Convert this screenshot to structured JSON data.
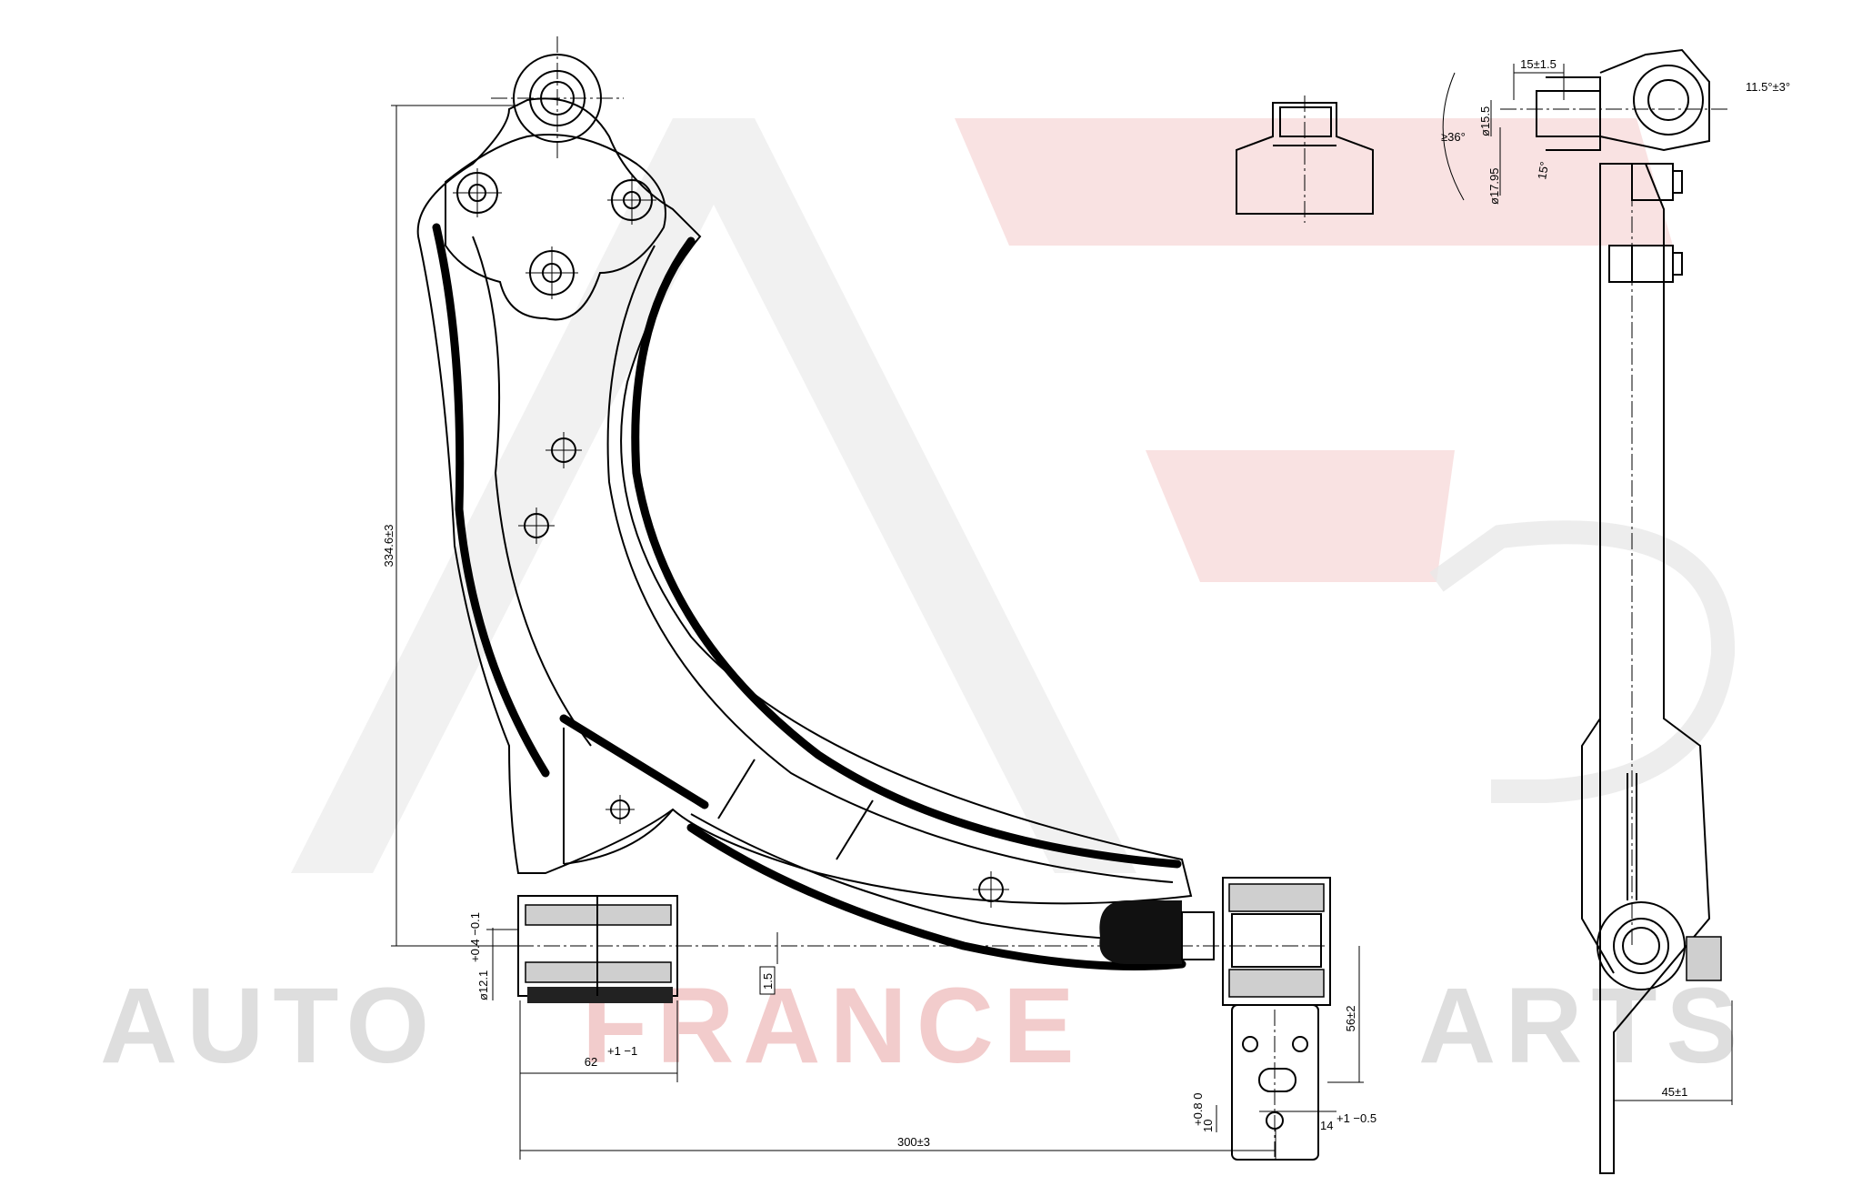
{
  "watermark": {
    "text_left": "AUTO",
    "text_mid": "FRANCE",
    "text_right": "ARTS",
    "color_grey": "#d7d7d7",
    "color_red": "#f2c4c4"
  },
  "dimensions": {
    "height_total": "334.6±3",
    "length_total": "300±3",
    "bushing_diameter": "ø12.1",
    "bushing_diameter_tol": "+0.4 −0.1",
    "bushing_width": "62",
    "bushing_width_tol": "+1 −1",
    "offset": "1.5",
    "bracket_height": "56±2",
    "slot_width": "10",
    "slot_width_tol": "+0.8 0",
    "slot_length": "14",
    "slot_length_tol": "+1 −0.5",
    "side_width": "45±1",
    "ball_pin_length": "15±1.5",
    "angle_max": "≥36°",
    "angle_tilt": "11.5°±3°",
    "pin_diameter_a": "ø15.5",
    "pin_diameter_b": "ø17.95",
    "taper_angle": "15°"
  },
  "colors": {
    "line": "#000000",
    "background": "#ffffff"
  }
}
